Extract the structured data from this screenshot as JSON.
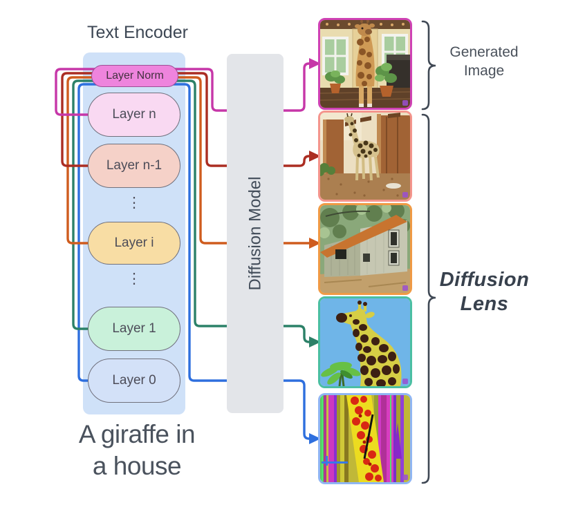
{
  "header": {
    "title": "Text Encoder"
  },
  "encoder": {
    "layers": [
      {
        "label": "Layer Norm",
        "fill": "#ee84dd"
      },
      {
        "label": "Layer n",
        "fill": "#f9d9f2"
      },
      {
        "label": "Layer n-1",
        "fill": "#f5d1c8"
      },
      {
        "label": "⋮"
      },
      {
        "label": "Layer i",
        "fill": "#f8dda4"
      },
      {
        "label": "⋮"
      },
      {
        "label": "Layer 1",
        "fill": "#c9f1da"
      },
      {
        "label": "Layer 0",
        "fill": "#d3e1f8"
      }
    ],
    "prompt_line1": "A giraffe in",
    "prompt_line2": "a house"
  },
  "diffusion_model": {
    "label": "Diffusion Model"
  },
  "annotations": {
    "generated_line1": "Generated",
    "generated_line2": "Image",
    "lens_line1": "Diffusion",
    "lens_line2": "Lens"
  },
  "outputs": [
    {
      "name": "generated-image",
      "border_color": "#cf42b4",
      "source_layer": "Layer n",
      "description": "Photorealistic giraffe standing inside a house with windows and potted plants"
    },
    {
      "name": "layer-n-1-output",
      "border_color": "#f4958d",
      "source_layer": "Layer n-1",
      "description": "Giraffe figure in a hallway with wooden doors"
    },
    {
      "name": "layer-i-output",
      "border_color": "#f09a45",
      "source_layer": "Layer i",
      "description": "House with orange roof among trees, no giraffe"
    },
    {
      "name": "layer-1-output",
      "border_color": "#4bbfa2",
      "source_layer": "Layer 1",
      "description": "Flat cartoon giraffe on blue background with plant"
    },
    {
      "name": "layer-0-output",
      "border_color": "#90b6f3",
      "source_layer": "Layer 0",
      "description": "Abstract noisy vertical streaks with giraffe-like texture"
    }
  ],
  "connections": [
    {
      "from": "Layer n",
      "to": "generated-image",
      "color": "#c637a8"
    },
    {
      "from": "Layer n-1",
      "to": "layer-n-1-output",
      "color": "#ab2d22"
    },
    {
      "from": "Layer i",
      "to": "layer-i-output",
      "color": "#cf5c1e"
    },
    {
      "from": "Layer 1",
      "to": "layer-1-output",
      "color": "#2c8168"
    },
    {
      "from": "Layer 0",
      "to": "layer-0-output",
      "color": "#2e6fde"
    }
  ]
}
